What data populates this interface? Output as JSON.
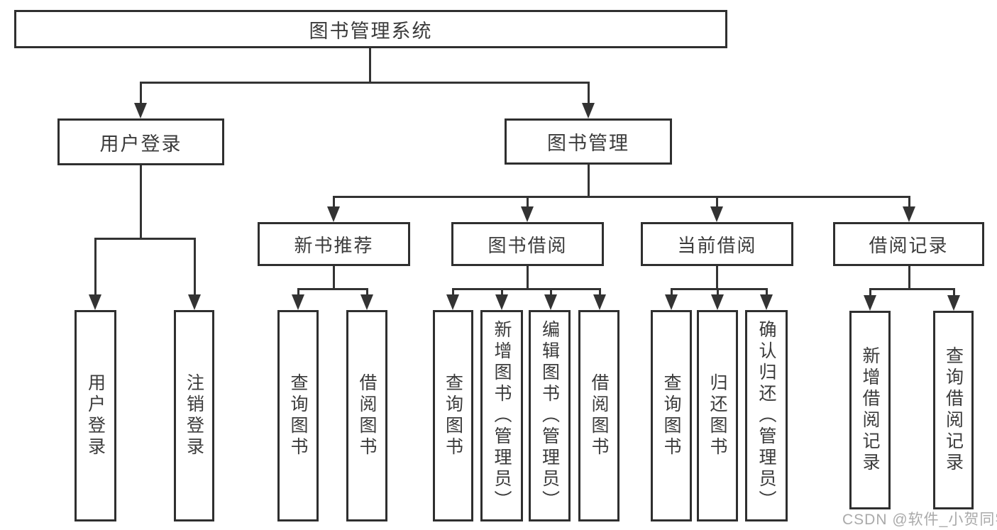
{
  "nodes": {
    "root": {
      "label": "图书管理系统"
    },
    "user_login": {
      "label": "用户登录"
    },
    "book_mgmt": {
      "label": "图书管理"
    },
    "new_book_rec": {
      "label": "新书推荐"
    },
    "book_borrow": {
      "label": "图书借阅"
    },
    "current_borrow": {
      "label": "当前借阅"
    },
    "borrow_records": {
      "label": "借阅记录"
    },
    "leaf_user_login": {
      "label": "用户登录"
    },
    "leaf_logout": {
      "label": "注销登录"
    },
    "rec_query_book": {
      "label": "查询图书"
    },
    "rec_borrow_book": {
      "label": "借阅图书"
    },
    "bb_query_book": {
      "label": "查询图书"
    },
    "bb_add_book": {
      "label": "新增图书（管理员）"
    },
    "bb_edit_book": {
      "label": "编辑图书（管理员）"
    },
    "bb_borrow_book": {
      "label": "借阅图书"
    },
    "cb_query_book": {
      "label": "查询图书"
    },
    "cb_return_book": {
      "label": "归还图书"
    },
    "cb_confirm_return": {
      "label": "确认归还（管理员）"
    },
    "br_add_record": {
      "label": "新增借阅记录"
    },
    "br_query_record": {
      "label": "查询借阅记录"
    }
  },
  "watermark": "CSDN @软件_小贺同学",
  "colors": {
    "line": "#333333",
    "border": "#2f2f2f",
    "text": "#3b3b3b",
    "watermark": "#aaaaaa",
    "background": "#ffffff"
  }
}
